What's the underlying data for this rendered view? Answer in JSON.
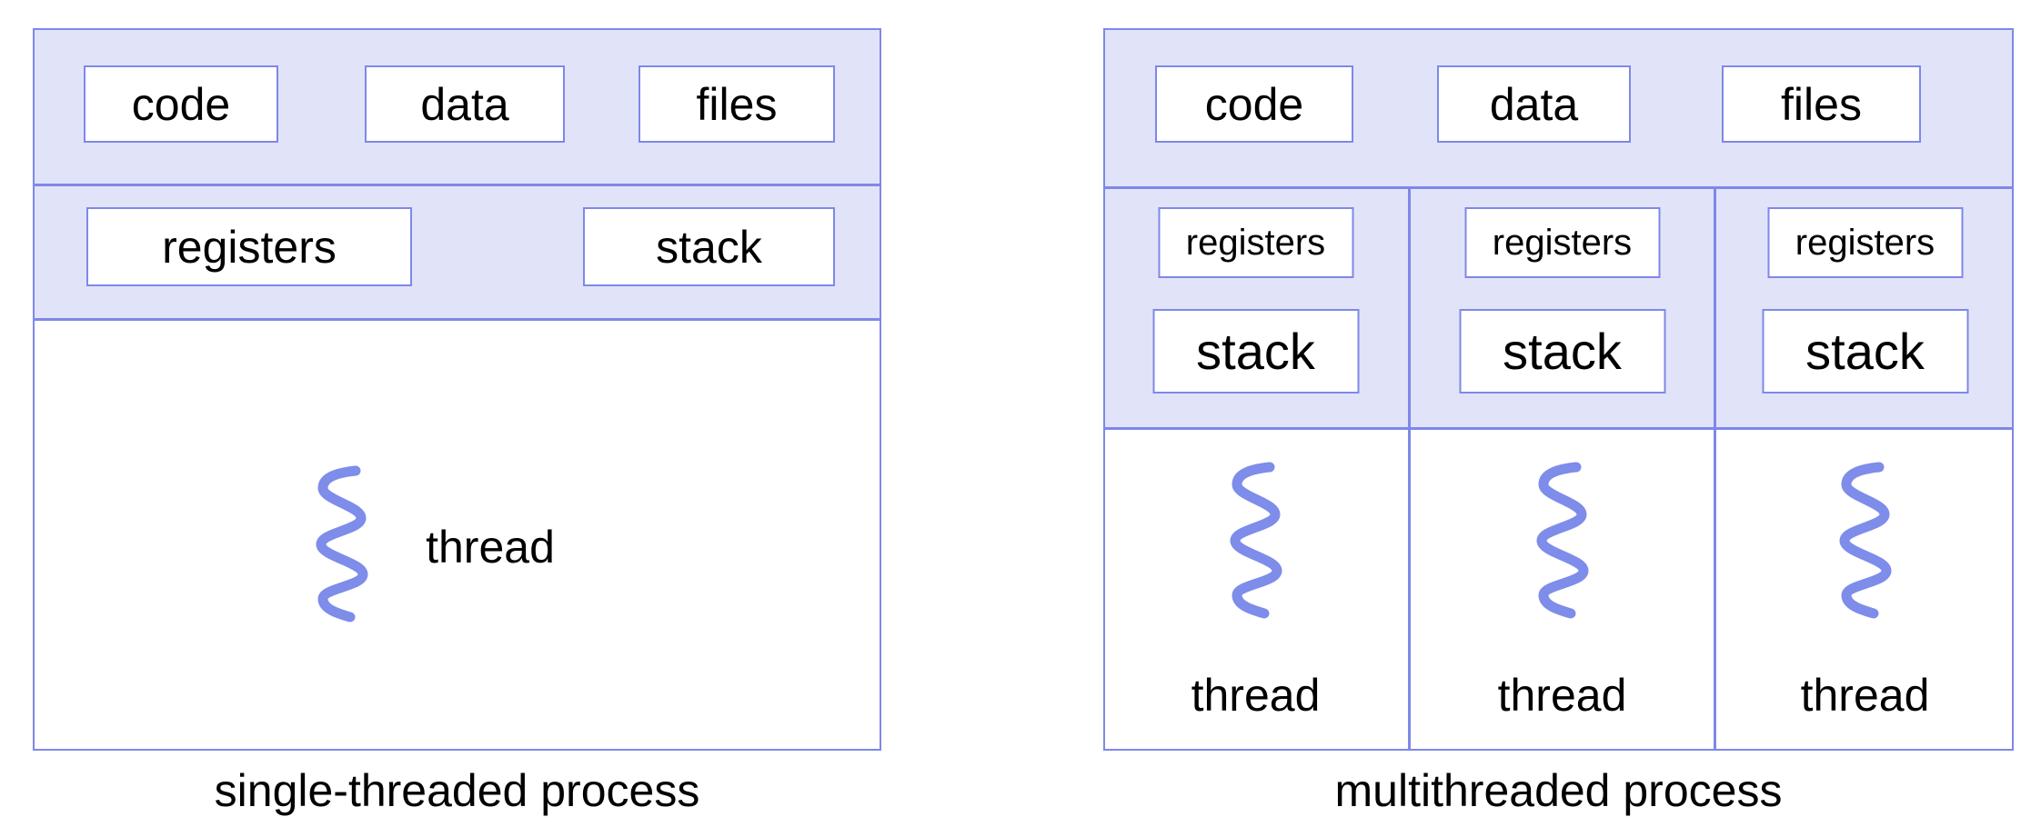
{
  "colors": {
    "fill": "#e1e3f9",
    "border": "#7e88e8",
    "squiggle": "#7e8cea",
    "text": "#000000"
  },
  "left": {
    "caption": "single-threaded process",
    "boxes": {
      "code": "code",
      "data": "data",
      "files": "files",
      "registers": "registers",
      "stack": "stack"
    },
    "thread_label": "thread"
  },
  "right": {
    "caption": "multithreaded process",
    "boxes": {
      "code": "code",
      "data": "data",
      "files": "files"
    },
    "columns": [
      {
        "registers": "registers",
        "stack": "stack",
        "thread_label": "thread"
      },
      {
        "registers": "registers",
        "stack": "stack",
        "thread_label": "thread"
      },
      {
        "registers": "registers",
        "stack": "stack",
        "thread_label": "thread"
      }
    ]
  }
}
